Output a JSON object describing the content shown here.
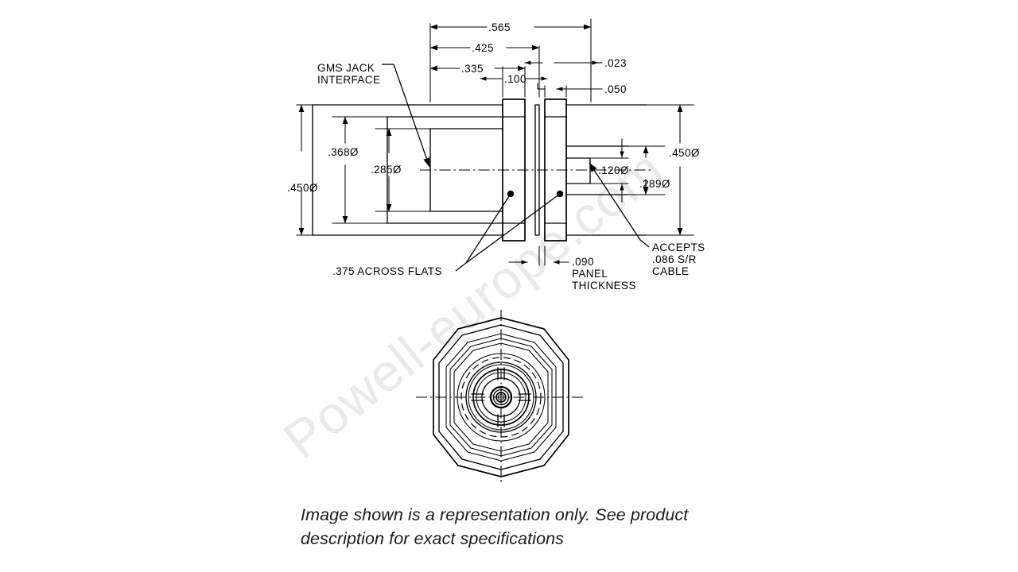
{
  "document": {
    "type": "engineering-drawing",
    "subject": "RF coaxial panel-mount jack connector",
    "views": [
      "side-section",
      "front-end"
    ]
  },
  "watermark": {
    "text": "Powell-europe.com",
    "color": "#e9e9ec"
  },
  "caption": {
    "line1": "Image shown is a representation only. See product",
    "line2": "description for exact specifications"
  },
  "side_view": {
    "horizontal_dimensions": [
      {
        "id": "d-565",
        "value": ".565"
      },
      {
        "id": "d-425",
        "value": ".425"
      },
      {
        "id": "d-335",
        "value": ".335"
      },
      {
        "id": "d-100",
        "value": ".100"
      },
      {
        "id": "d-023",
        "value": ".023"
      },
      {
        "id": "d-050",
        "value": ".050"
      }
    ],
    "vertical_dimensions_left": [
      {
        "id": "d-450-left",
        "value": ".450Ø"
      },
      {
        "id": "d-368",
        "value": ".368Ø"
      },
      {
        "id": "d-285",
        "value": ".285Ø"
      }
    ],
    "vertical_dimensions_right": [
      {
        "id": "d-450-right",
        "value": ".450Ø"
      },
      {
        "id": "d-289",
        "value": ".289Ø"
      },
      {
        "id": "d-120",
        "value": ".120Ø"
      }
    ],
    "callouts": [
      {
        "id": "gms-jack",
        "line1": "GMS  JACK",
        "line2": "INTERFACE"
      },
      {
        "id": "across-flats",
        "line1": ".375  ACROSS  FLATS"
      },
      {
        "id": "panel-thickness",
        "line1": ".090",
        "line2": "PANEL",
        "line3": "THICKNESS"
      },
      {
        "id": "accepts-cable",
        "line1": "ACCEPTS",
        "line2": ".086  S/R",
        "line3": "CABLE"
      }
    ]
  },
  "front_view": {
    "shape": "hex-flats-with-concentric-bores",
    "center_marker": "crosshair"
  },
  "colors": {
    "ink": "#000000",
    "background": "#ffffff",
    "caption_ink": "#1a1a1a"
  }
}
